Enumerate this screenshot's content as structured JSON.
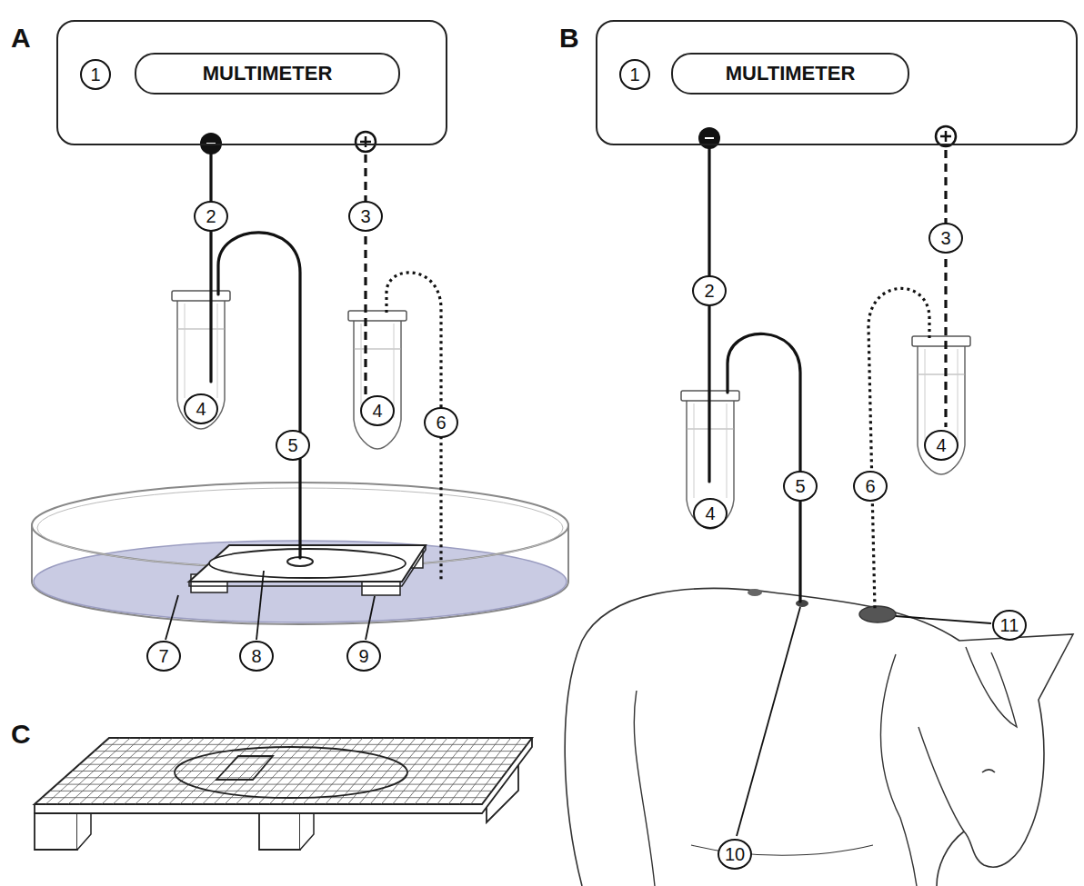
{
  "diagram": {
    "nodes": [
      {
        "text": [
          "1"
        ]
      },
      {
        "text": [
          "MULTIMETER"
        ],
        "in": 0
      },
      {
        "text": [
          "1"
        ]
      },
      {
        "text": [
          "MULTIMETER"
        ],
        "in": 2
      }
    ],
    "labels": [
      "A",
      "2",
      "3",
      "4",
      "5",
      "4",
      "6",
      "7",
      "8",
      "9",
      "B",
      "2",
      "3",
      "5",
      "6",
      "4",
      "4",
      "11",
      "10",
      "C"
    ]
  }
}
